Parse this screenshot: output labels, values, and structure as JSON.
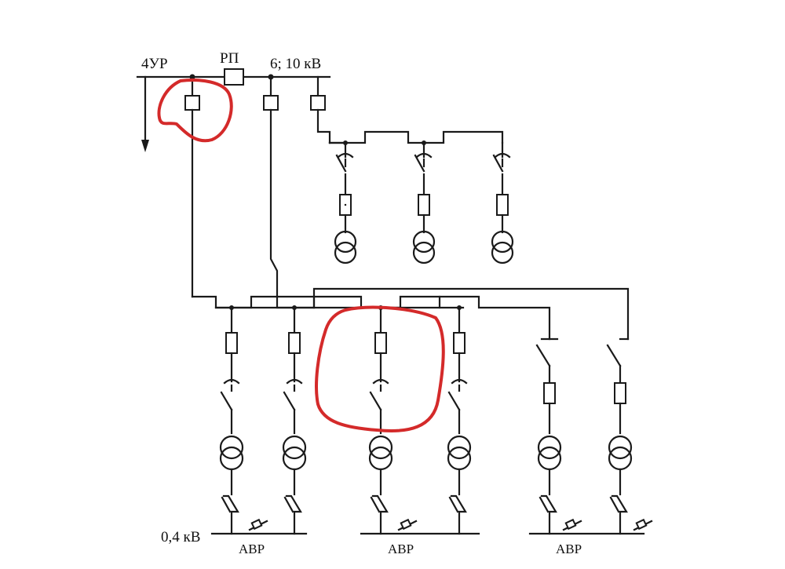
{
  "labels": {
    "level": "4УР",
    "rp": "РП",
    "voltage_hv": "6;  10 кВ",
    "voltage_lv": "0,4 кВ",
    "avr_1": "АВР",
    "avr_2": "АВР",
    "avr_3": "АВР"
  },
  "colors": {
    "line": "#1a1a1a",
    "highlight": "#d42a2a"
  },
  "icons": [
    "switch-icon",
    "disconnector-icon",
    "fuse-icon",
    "transformer-icon",
    "circuit-breaker-icon",
    "arrow-down-icon"
  ]
}
